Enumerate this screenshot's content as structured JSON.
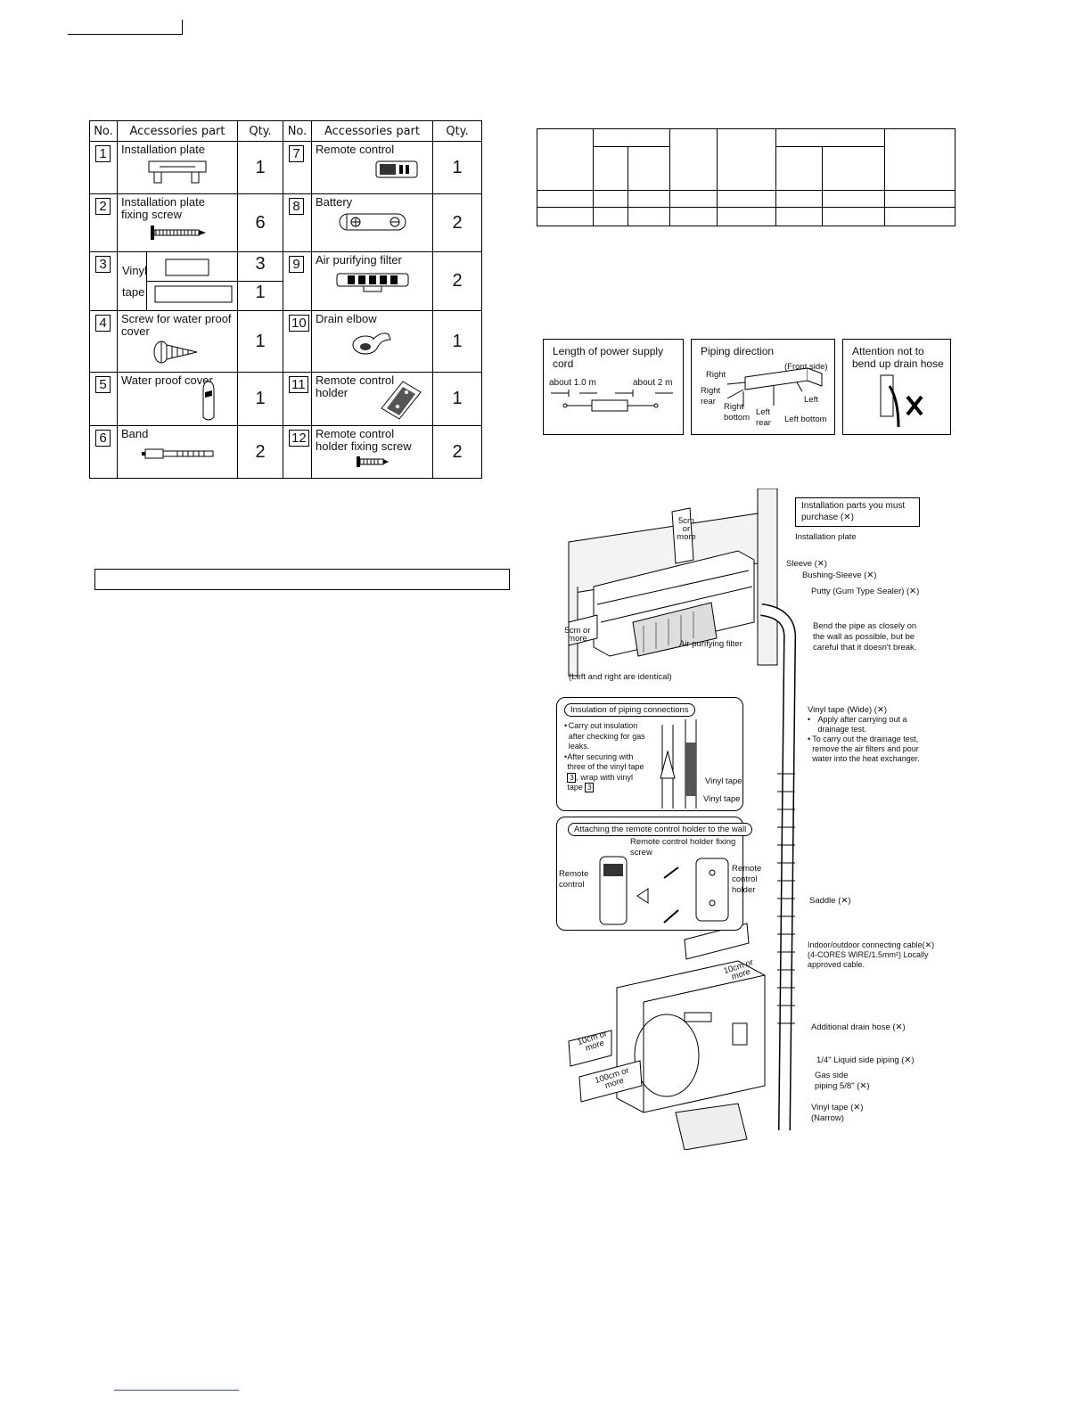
{
  "accessories": {
    "headers": {
      "no": "No.",
      "part": "Accessories part",
      "qty": "Qty."
    },
    "left": [
      {
        "no": "1",
        "name": "Installation plate",
        "qty": "1"
      },
      {
        "no": "2",
        "name": "Installation plate fixing screw",
        "qty": "6"
      },
      {
        "no": "3",
        "name_a": "Vinyl",
        "name_b": "tape",
        "qty_a": "3",
        "qty_b": "1"
      },
      {
        "no": "4",
        "name": "Screw for water proof cover",
        "qty": "1"
      },
      {
        "no": "5",
        "name": "Water proof cover",
        "qty": "1"
      },
      {
        "no": "6",
        "name": "Band",
        "qty": "2"
      }
    ],
    "right": [
      {
        "no": "7",
        "name": "Remote control",
        "qty": "1"
      },
      {
        "no": "8",
        "name": "Battery",
        "qty": "2"
      },
      {
        "no": "9",
        "name": "Air purifying filter",
        "qty": "2"
      },
      {
        "no": "10",
        "name": "Drain elbow",
        "qty": "1"
      },
      {
        "no": "11",
        "name": "Remote control holder",
        "qty": "1"
      },
      {
        "no": "12",
        "name": "Remote control holder fixing screw",
        "qty": "2"
      }
    ]
  },
  "info_boxes": {
    "power_cord": {
      "title": "Length of power supply cord",
      "left": "about 1.0 m",
      "right": "about 2 m"
    },
    "piping": {
      "title": "Piping direction",
      "front": "(Front side)",
      "right": "Right",
      "right_rear": "Right rear",
      "right_bottom": "Right bottom",
      "left_rear": "Left rear",
      "left": "Left",
      "left_bottom": "Left bottom"
    },
    "drain": {
      "title": "Attention not to bend up drain hose"
    }
  },
  "diagram": {
    "purchase_box": "Installation parts you must purchase (✕)",
    "labels": {
      "installation_plate": "Installation plate",
      "sleeve": "Sleeve (✕)",
      "bushing": "Bushing-Sleeve (✕)",
      "putty": "Putty (Gum Type Sealer) (✕)",
      "bend": "Bend the pipe as closely on the wall as possible, but be careful that it doesn't break.",
      "vinyl_wide": "Vinyl tape (Wide) (✕)",
      "vinyl_wide_b1": "Apply after carrying out a drainage test.",
      "vinyl_wide_b2": "To carry out the drainage test, remove the air filters and pour water into the heat exchanger.",
      "saddle": "Saddle (✕)",
      "cable": "Indoor/outdoor connecting cable(✕) (4-CORES WIRE/1.5mm²) Locally approved cable.",
      "drain_hose": "Additional drain hose (✕)",
      "liquid": "1/4\" Liquid side piping (✕)",
      "gas": "Gas side piping 5/8\" (✕)",
      "vinyl_narrow": "Vinyl tape (✕) (Narrow)",
      "air_filter": "Air purifying filter",
      "five_cm_top": "5cm or more",
      "five_cm_left": "5cm or more",
      "identical": "(Left and right are identical)",
      "ten_cm_top": "10cm or more",
      "ten_cm_left": "10cm or more",
      "hundred_cm": "100cm or more"
    },
    "insulation": {
      "title": "Insulation of piping connections",
      "b1": "Carry out insulation after checking for gas leaks.",
      "b2a": "After securing with three of the vinyl tape",
      "b2b": ", wrap with vinyl tape",
      "vinyl_tape": "Vinyl tape"
    },
    "remote_holder": {
      "title": "Attaching the remote control holder to the wall",
      "screw": "Remote control holder fixing screw",
      "remote": "Remote control",
      "holder": "Remote control holder"
    }
  }
}
